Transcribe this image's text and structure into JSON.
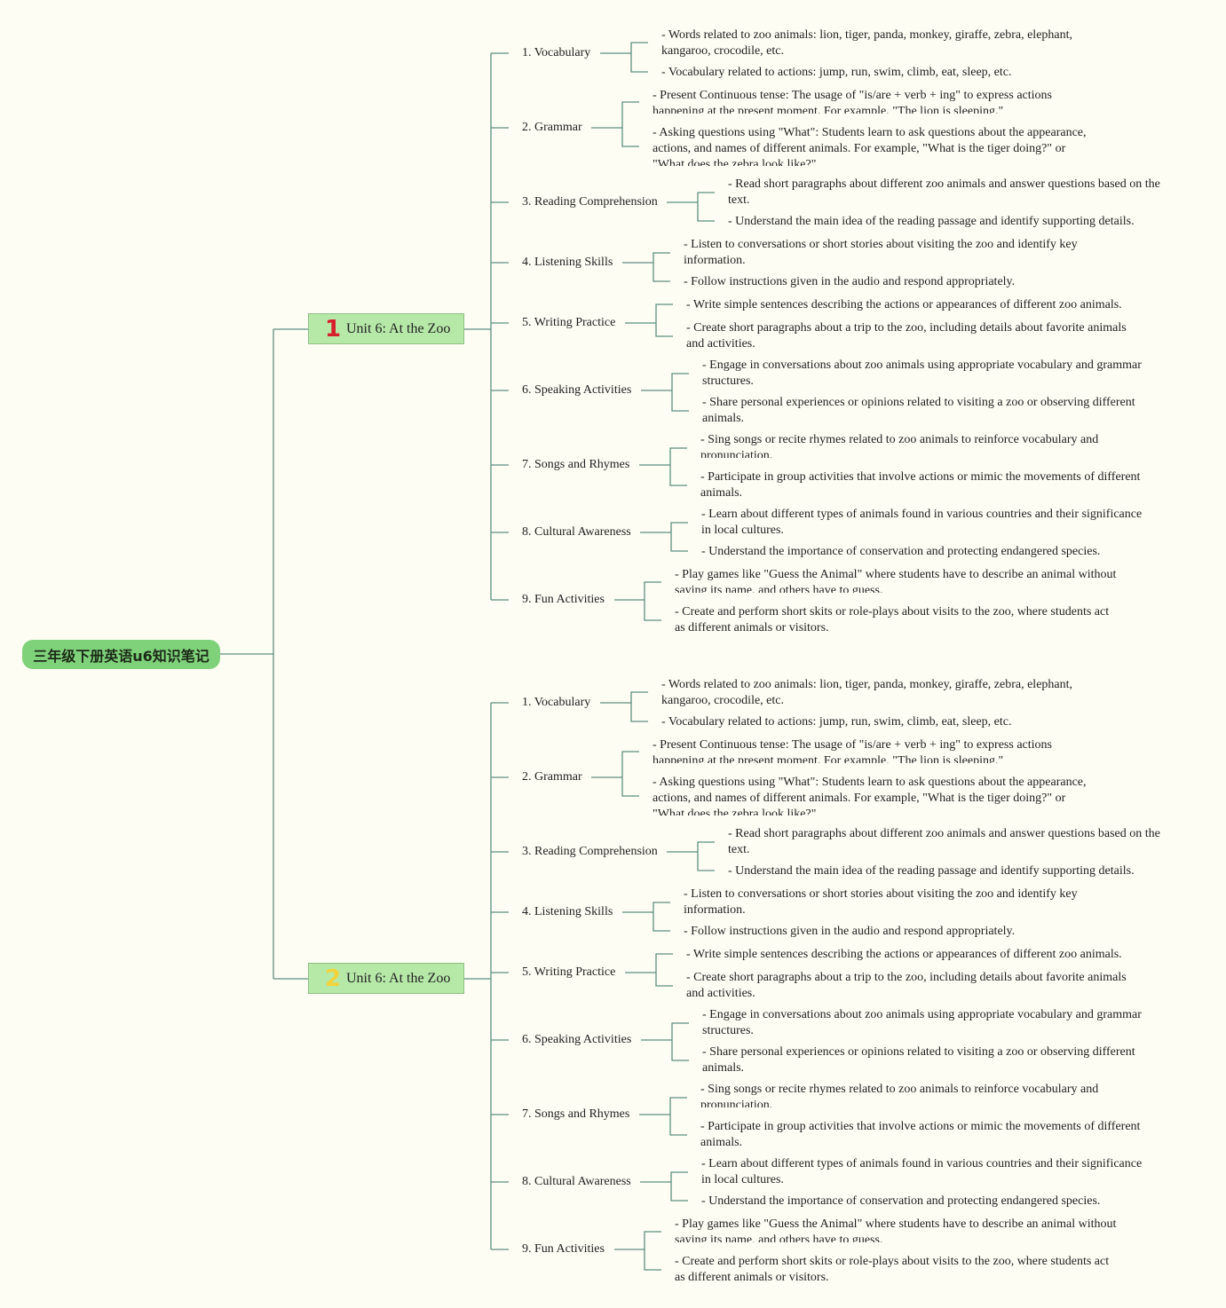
{
  "root": {
    "title": "三年级下册英语u6知识笔记"
  },
  "colors": {
    "line": "#5e8f80",
    "root_bg": "#7fd27a",
    "unit_bg": "#b6e8a8",
    "badge1": "#d6202a",
    "badge2": "#f3d33c"
  },
  "units": [
    {
      "badge": "1",
      "title": "Unit 6: At the Zoo",
      "topics": [
        {
          "label": "1. Vocabulary",
          "details": [
            "- Words related to zoo animals: lion, tiger, panda, monkey, giraffe, zebra, elephant, kangaroo, crocodile, etc.",
            "- Vocabulary related to actions: jump, run, swim, climb, eat, sleep, etc."
          ]
        },
        {
          "label": "2. Grammar",
          "details": [
            "- Present Continuous tense: The usage of \"is/are + verb + ing\" to express actions happening at the present moment. For example, \"The lion is sleeping.\"",
            "- Asking questions using \"What\": Students learn to ask questions about the appearance, actions, and names of different animals. For example, \"What is the tiger doing?\" or \"What does the zebra look like?\""
          ]
        },
        {
          "label": "3. Reading Comprehension",
          "details": [
            "- Read short paragraphs about different zoo animals and answer questions based on the text.",
            "- Understand the main idea of the reading passage and identify supporting details."
          ]
        },
        {
          "label": "4. Listening Skills",
          "details": [
            "- Listen to conversations or short stories about visiting the zoo and identify key information.",
            "- Follow instructions given in the audio and respond appropriately."
          ]
        },
        {
          "label": "5. Writing Practice",
          "details": [
            "- Write simple sentences describing the actions or appearances of different zoo animals.",
            "- Create short paragraphs about a trip to the zoo, including details about favorite animals and activities."
          ]
        },
        {
          "label": "6. Speaking Activities",
          "details": [
            "- Engage in conversations about zoo animals using appropriate vocabulary and grammar structures.",
            "- Share personal experiences or opinions related to visiting a zoo or observing different animals."
          ]
        },
        {
          "label": "7. Songs and Rhymes",
          "details": [
            "- Sing songs or recite rhymes related to zoo animals to reinforce vocabulary and pronunciation.",
            "- Participate in group activities that involve actions or mimic the movements of different animals."
          ]
        },
        {
          "label": "8. Cultural Awareness",
          "details": [
            "- Learn about different types of animals found in various countries and their significance in local cultures.",
            "- Understand the importance of conservation and protecting endangered species."
          ]
        },
        {
          "label": "9. Fun Activities",
          "details": [
            "- Play games like \"Guess the Animal\" where students have to describe an animal without saying its name, and others have to guess.",
            "- Create and perform short skits or role-plays about visits to the zoo, where students act as different animals or visitors."
          ]
        }
      ]
    },
    {
      "badge": "2",
      "title": "Unit 6: At the Zoo",
      "topics": [
        {
          "label": "1. Vocabulary",
          "details": [
            "- Words related to zoo animals: lion, tiger, panda, monkey, giraffe, zebra, elephant, kangaroo, crocodile, etc.",
            "- Vocabulary related to actions: jump, run, swim, climb, eat, sleep, etc."
          ]
        },
        {
          "label": "2. Grammar",
          "details": [
            "- Present Continuous tense: The usage of \"is/are + verb + ing\" to express actions happening at the present moment. For example, \"The lion is sleeping.\"",
            "- Asking questions using \"What\": Students learn to ask questions about the appearance, actions, and names of different animals. For example, \"What is the tiger doing?\" or \"What does the zebra look like?\""
          ]
        },
        {
          "label": "3. Reading Comprehension",
          "details": [
            "- Read short paragraphs about different zoo animals and answer questions based on the text.",
            "- Understand the main idea of the reading passage and identify supporting details."
          ]
        },
        {
          "label": "4. Listening Skills",
          "details": [
            "- Listen to conversations or short stories about visiting the zoo and identify key information.",
            "- Follow instructions given in the audio and respond appropriately."
          ]
        },
        {
          "label": "5. Writing Practice",
          "details": [
            "- Write simple sentences describing the actions or appearances of different zoo animals.",
            "- Create short paragraphs about a trip to the zoo, including details about favorite animals and activities."
          ]
        },
        {
          "label": "6. Speaking Activities",
          "details": [
            "- Engage in conversations about zoo animals using appropriate vocabulary and grammar structures.",
            "- Share personal experiences or opinions related to visiting a zoo or observing different animals."
          ]
        },
        {
          "label": "7. Songs and Rhymes",
          "details": [
            "- Sing songs or recite rhymes related to zoo animals to reinforce vocabulary and pronunciation.",
            "- Participate in group activities that involve actions or mimic the movements of different animals."
          ]
        },
        {
          "label": "8. Cultural Awareness",
          "details": [
            "- Learn about different types of animals found in various countries and their significance in local cultures.",
            "- Understand the importance of conservation and protecting endangered species."
          ]
        },
        {
          "label": "9. Fun Activities",
          "details": [
            "- Play games like \"Guess the Animal\" where students have to describe an animal without saying its name, and others have to guess.",
            "- Create and perform short skits or role-plays about visits to the zoo, where students act as different animals or visitors."
          ]
        }
      ]
    }
  ]
}
